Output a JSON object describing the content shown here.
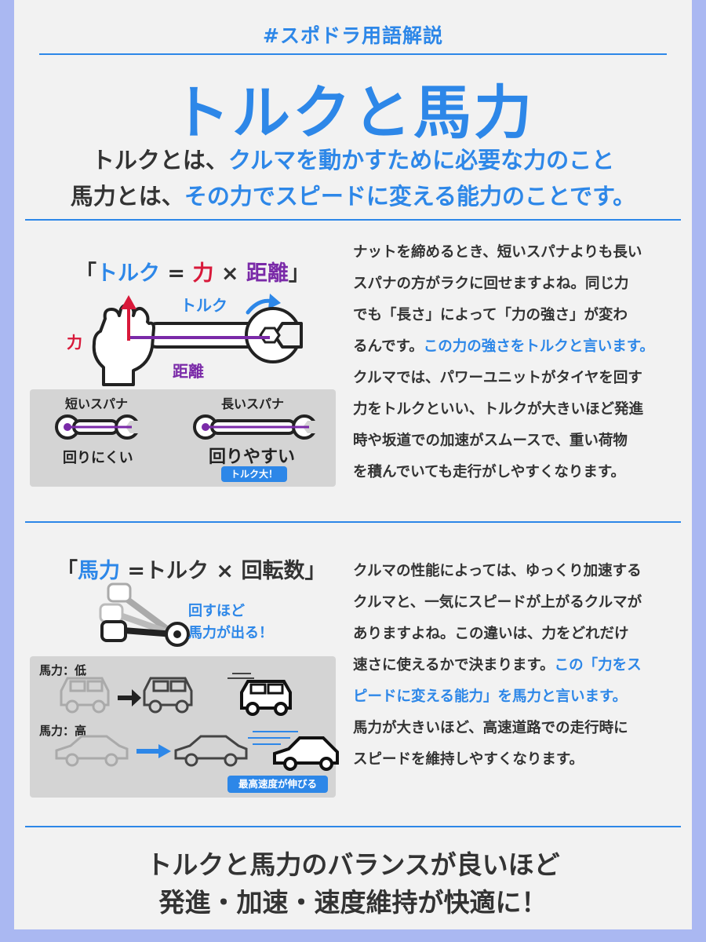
{
  "hashtag": "#スポドラ用語解説",
  "title": "トルクと馬力",
  "lead": {
    "l1_a": "トルクとは、",
    "l1_b": "クルマを動かすために必要な力のこと",
    "l2_a": "馬力とは、",
    "l2_b": "その力でスピードに変える能力のことです。"
  },
  "torque": {
    "formula": {
      "open": "「",
      "a": "トルク",
      "eq": " = ",
      "b": "力",
      "x": " × ",
      "c": "距離",
      "close": "」"
    },
    "diagram": {
      "torque_label": "トルク",
      "force_label": "力",
      "distance_label": "距離"
    },
    "compare": {
      "short_title": "短いスパナ",
      "short_caption": "回りにくい",
      "long_title": "長いスパナ",
      "long_caption": "回りやすい",
      "badge": "トルク大！"
    },
    "para": [
      "ナットを締めるとき、短いスパナよりも長い",
      "スパナの方がラクに回せますよね。同じ力",
      "でも「長さ」によって「力の強さ」が変わ",
      "るんです。",
      "クルマでは、パワーユニットがタイヤを回す",
      "力をトルクといい、トルクが大きいほど発進",
      "時や坂道での加速がスムースで、重い荷物",
      "を積んでいても走行がしやすくなります。"
    ],
    "para_highlight": "この力の強さをトルクと言います。"
  },
  "horsepower": {
    "formula": {
      "open": "「",
      "a": "馬力",
      "rest": " =トルク × 回転数」"
    },
    "rotate_note_1": "回すほど",
    "rotate_note_2": "馬力が出る！",
    "low_label": "馬力：低",
    "high_label": "馬力：高",
    "badge": "最高速度が伸びる",
    "para": [
      "クルマの性能によっては、ゆっくり加速する",
      "クルマと、一気にスピードが上がるクルマが",
      "ありますよね。この違いは、力をどれだけ",
      "速さに使えるかで決まります。",
      "スピードを維持しやすくなります。"
    ],
    "para_hl_1": "この「力をス",
    "para_hl_2": "ピードに変える能力」を馬力と言います。",
    "para_after_hl": "馬力が大きいほど、高速道路での走行時に"
  },
  "footer": {
    "line1": "トルクと馬力のバランスが良いほど",
    "line2": "発進・加速・速度維持が快適に！"
  },
  "colors": {
    "accent": "#2d87e8",
    "force": "#d8193a",
    "distance": "#7a2aa8",
    "background": "#aab8f2"
  }
}
